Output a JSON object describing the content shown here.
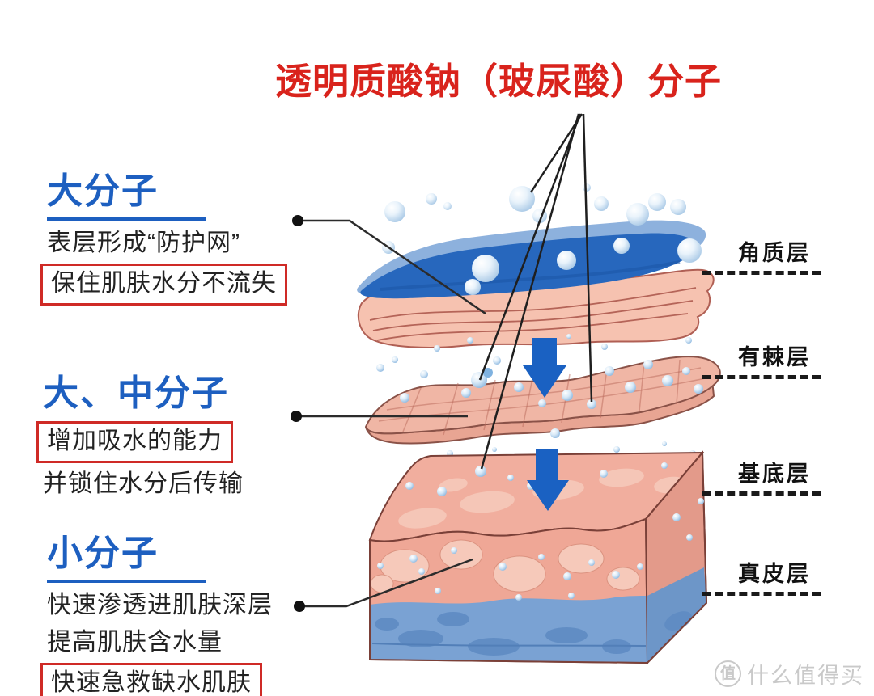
{
  "title": {
    "text": "透明质酸钠（玻尿酸）分子"
  },
  "sections": [
    {
      "heading": "大分子",
      "lines": [
        {
          "text": "表层形成“防护网”",
          "highlighted": false
        },
        {
          "text": "保住肌肤水分不流失",
          "highlighted": true
        }
      ]
    },
    {
      "heading": "大、中分子",
      "lines": [
        {
          "text": "增加吸水的能力",
          "highlighted": true
        },
        {
          "text": "并锁住水分后传输",
          "highlighted": false
        }
      ]
    },
    {
      "heading": "小分子",
      "lines": [
        {
          "text": "快速渗透进肌肤深层",
          "highlighted": false
        },
        {
          "text": "提高肌肤含水量",
          "highlighted": false
        },
        {
          "text": "快速急救缺水肌肤",
          "highlighted": true
        }
      ]
    }
  ],
  "skin_layers": [
    {
      "label": "角质层"
    },
    {
      "label": "有棘层"
    },
    {
      "label": "基底层"
    },
    {
      "label": "真皮层"
    }
  ],
  "watermark": {
    "logo_char": "值",
    "text": "什么值得买"
  },
  "colors": {
    "title_red": "#d9231c",
    "heading_blue": "#1d5fc0",
    "text_black": "#222222",
    "box_red": "#cf2a26",
    "arrow_blue": "#1a61c2",
    "surface_blue": "#2767bd",
    "surface_blue_light": "#8db1dd",
    "skin_pink": "#f1ae9e",
    "skin_pink_light": "#f6c9ba",
    "skin_pink_band": "#f6c2b0",
    "skin_edge": "#7a4038",
    "dermis_blue": "#7aa2d3",
    "dermis_blue_dark": "#5d8ac2",
    "molecule_blue": "#b6d3ec",
    "watermark_gray": "#c9c9c9"
  }
}
